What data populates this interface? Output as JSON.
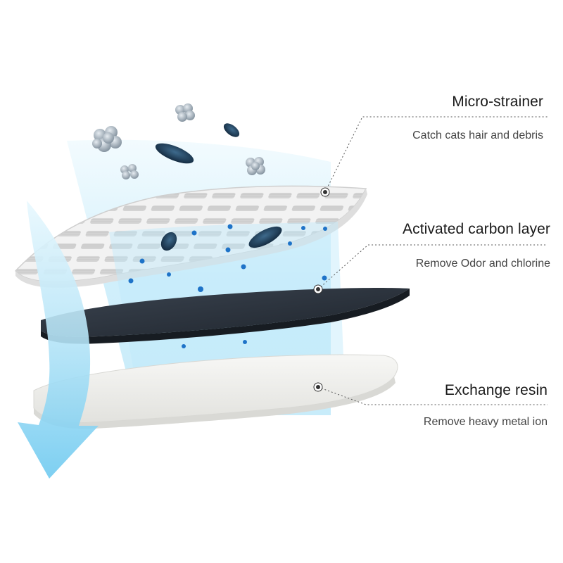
{
  "layers": [
    {
      "id": "micro-strainer",
      "title": "Micro-strainer",
      "description": "Catch cats hair and debris"
    },
    {
      "id": "activated-carbon",
      "title": "Activated carbon layer",
      "description": "Remove Odor and chlorine"
    },
    {
      "id": "exchange-resin",
      "title": "Exchange resin",
      "description": "Remove heavy metal ion"
    }
  ],
  "colors": {
    "water_flow": "#cfeefb",
    "arrow": "#7fd0f0",
    "carbon": "#2b323b",
    "resin": "#eeeeec",
    "particles": "#1e73c8",
    "debris": "#8a9aa8",
    "bacteria": "#1d3b58"
  }
}
